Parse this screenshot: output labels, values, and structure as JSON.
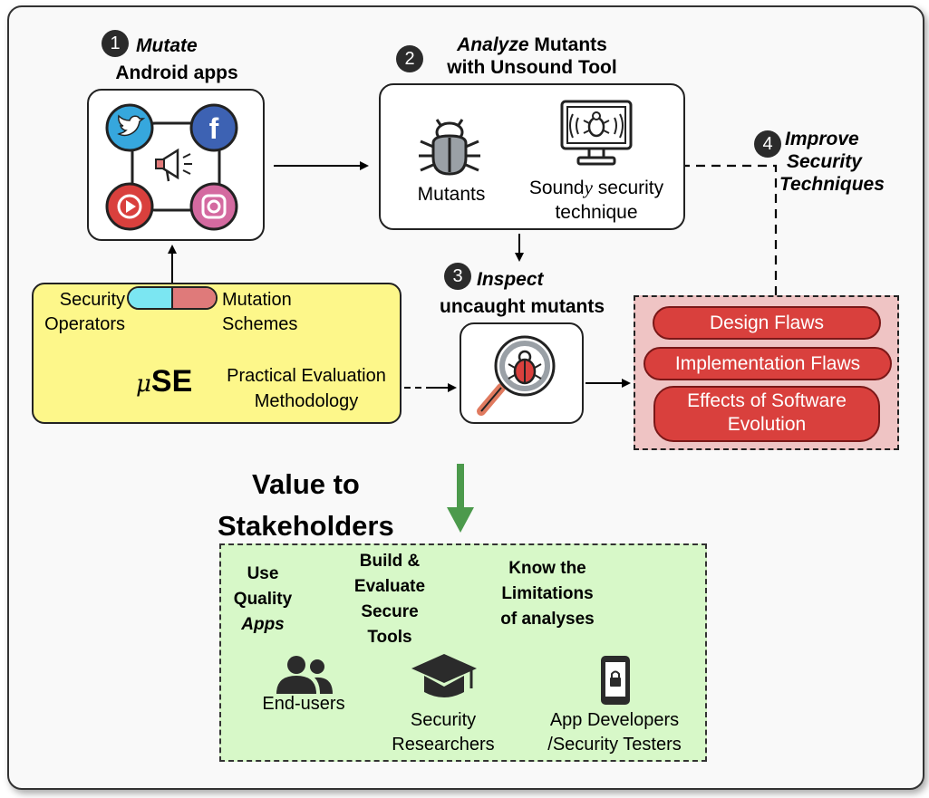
{
  "steps": {
    "mutate": {
      "number": "1",
      "verb": "Mutate",
      "object": "Android apps"
    },
    "analyze": {
      "number": "2",
      "verb": "Analyze",
      "object_line1": "Mutants",
      "object_line2": "with Unsound Tool"
    },
    "inspect": {
      "number": "3",
      "verb": "Inspect",
      "object": "uncaught mutants"
    },
    "improve": {
      "number": "4",
      "line1": "Improve",
      "line2": "Security",
      "line3": "Techniques"
    }
  },
  "analyze_box": {
    "mutants_label": "Mutants",
    "technique_line1_pre": "Sound",
    "technique_line1_y": "y",
    "technique_line1_post": " security",
    "technique_line2": "technique"
  },
  "muse": {
    "security_operators_1": "Security",
    "security_operators_2": "Operators",
    "mutation_schemes_1": "Mutation",
    "mutation_schemes_2": "Schemes",
    "name_mu": "μ",
    "name_se": "SE",
    "methodology_1": "Practical Evaluation",
    "methodology_2": "Methodology"
  },
  "flaws": [
    "Design Flaws",
    "Implementation Flaws",
    "Effects of Software",
    "Evolution"
  ],
  "value": {
    "line1": "Value to",
    "line2": "Stakeholders"
  },
  "stakeholders": [
    {
      "q1": "Use",
      "q2": "Quality",
      "q3": "Apps",
      "name1": "End-users",
      "name2": ""
    },
    {
      "q1": "Build &",
      "q2": "Evaluate",
      "q3": "Secure",
      "q4": "Tools",
      "name1": "Security",
      "name2": "Researchers"
    },
    {
      "q1": "Know the",
      "q2": "Limitations",
      "q3": "of analyses",
      "name1": "App Developers",
      "name2": "/Security Testers"
    }
  ],
  "colors": {
    "muse_fill": "#fdf78a",
    "flaws_fill": "#efc4c4",
    "flaw_pill": "#d9403d",
    "value_fill": "#d7f8c8",
    "green_arrow": "#4c9a4c",
    "cyan_capsule": "#7be6f2",
    "red_capsule": "#df7a7a"
  },
  "icons": [
    "twitter-icon",
    "facebook-icon",
    "youtube-icon",
    "instagram-icon",
    "megaphone-icon",
    "bug-icon",
    "monitor-bug-icon",
    "magnifier-bug-icon",
    "users-icon",
    "graduation-cap-icon",
    "phone-lock-icon"
  ]
}
